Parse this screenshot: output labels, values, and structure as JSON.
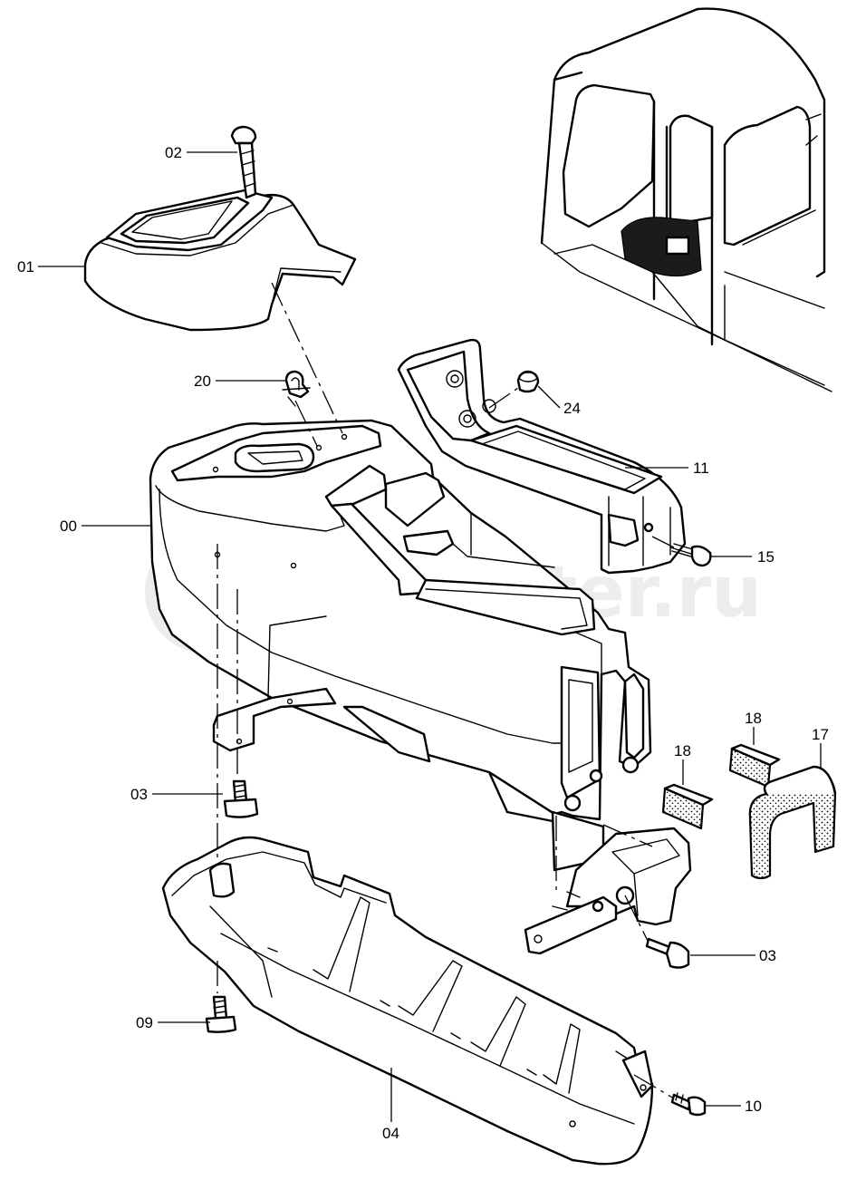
{
  "diagram": {
    "watermark": "autopiter.ru",
    "callouts": [
      {
        "id": "c-02",
        "text": "02"
      },
      {
        "id": "c-01",
        "text": "01"
      },
      {
        "id": "c-20",
        "text": "20"
      },
      {
        "id": "c-24",
        "text": "24"
      },
      {
        "id": "c-11",
        "text": "11"
      },
      {
        "id": "c-00",
        "text": "00"
      },
      {
        "id": "c-15",
        "text": "15"
      },
      {
        "id": "c-18a",
        "text": "18"
      },
      {
        "id": "c-17",
        "text": "17"
      },
      {
        "id": "c-18b",
        "text": "18"
      },
      {
        "id": "c-03a",
        "text": "03"
      },
      {
        "id": "c-03b",
        "text": "03"
      },
      {
        "id": "c-09",
        "text": "09"
      },
      {
        "id": "c-10",
        "text": "10"
      },
      {
        "id": "c-04",
        "text": "04"
      }
    ]
  }
}
